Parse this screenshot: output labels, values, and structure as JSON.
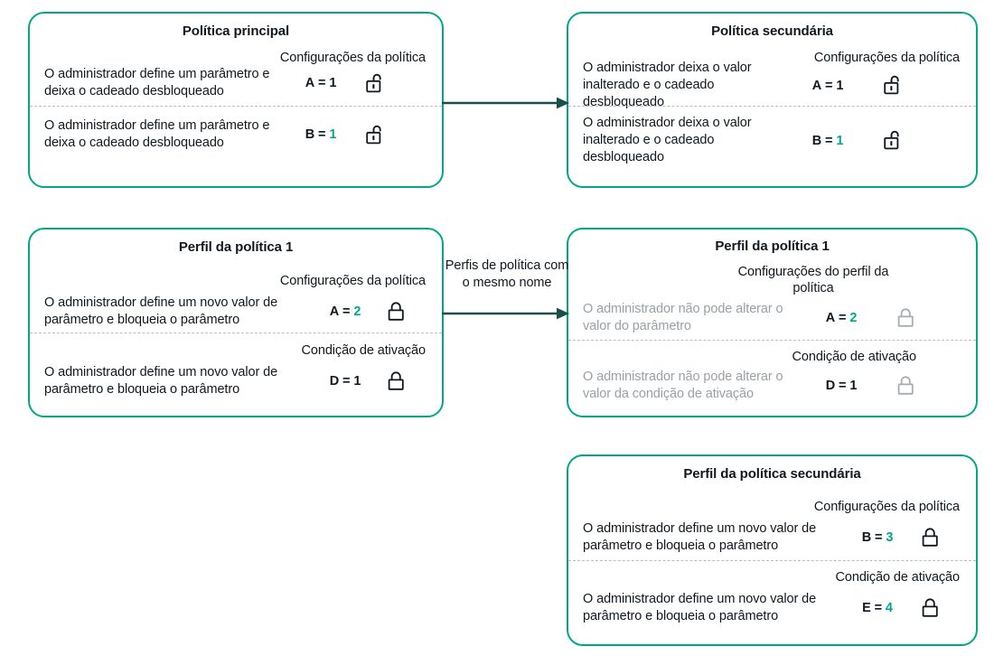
{
  "diagram": {
    "title_semantics": "Política principal e política secundária com perfis de política",
    "accent_color": "#00a887",
    "arrow_color": "#1b4f4a",
    "muted_text_color": "#9aa0a6",
    "text_color": "#101820",
    "divider_color": "#b9bfc4"
  },
  "cards": {
    "primary_policy": {
      "title": "Política principal",
      "sections": [
        {
          "header": "Configurações da política",
          "description": "O administrador define um parâmetro e deixa o cadeado desbloqueado",
          "value_key": "A",
          "value_sep": "=",
          "value_num": "1",
          "value_num_accent": false,
          "lock": "lock-open-icon"
        },
        {
          "header": "",
          "description": "O administrador define um parâmetro e deixa o cadeado desbloqueado",
          "value_key": "B",
          "value_sep": "=",
          "value_num": "1",
          "value_num_accent": true,
          "lock": "lock-open-icon"
        }
      ]
    },
    "secondary_policy": {
      "title": "Política secundária",
      "sections": [
        {
          "header": "Configurações da política",
          "description": "O administrador deixa o valor inalterado e o cadeado desbloqueado",
          "value_key": "A",
          "value_sep": "=",
          "value_num": "1",
          "value_num_accent": false,
          "lock": "lock-open-icon"
        },
        {
          "header": "",
          "description": "O administrador deixa o valor inalterado e o cadeado desbloqueado",
          "value_key": "B",
          "value_sep": "=",
          "value_num": "1",
          "value_num_accent": true,
          "lock": "lock-open-icon"
        }
      ]
    },
    "policy_profile_1_left": {
      "title": "Perfil da política 1",
      "sections": [
        {
          "header": "Configurações da política",
          "description": "O administrador define um novo valor de parâmetro e bloqueia o parâmetro",
          "value_key": "A",
          "value_sep": "=",
          "value_num": "2",
          "value_num_accent": true,
          "lock": "lock-closed-icon"
        },
        {
          "header": "Condição de ativação",
          "description": "O administrador define um novo valor de parâmetro e bloqueia o parâmetro",
          "value_key": "D",
          "value_sep": "=",
          "value_num": "1",
          "value_num_accent": false,
          "lock": "lock-closed-icon"
        }
      ]
    },
    "policy_profile_1_right": {
      "title": "Perfil da política 1",
      "sections": [
        {
          "header": "Configurações do perfil da política",
          "description": "O administrador não pode alterar o valor do parâmetro",
          "value_key": "A",
          "value_sep": "=",
          "value_num": "2",
          "value_num_accent": true,
          "lock": "lock-closed-icon",
          "muted": true
        },
        {
          "header": "Condição de ativação",
          "description": "O administrador não pode alterar o valor da condição de ativação",
          "value_key": "D",
          "value_sep": "=",
          "value_num": "1",
          "value_num_accent": false,
          "lock": "lock-closed-icon",
          "muted": true
        }
      ]
    },
    "secondary_policy_profile": {
      "title": "Perfil da política secundária",
      "sections": [
        {
          "header": "Configurações da política",
          "description": "O administrador define um novo valor de parâmetro e bloqueia o parâmetro",
          "value_key": "B",
          "value_sep": "=",
          "value_num": "3",
          "value_num_accent": true,
          "lock": "lock-closed-icon"
        },
        {
          "header": "Condição de ativação",
          "description": "O administrador define um novo valor de parâmetro e bloqueia o parâmetro",
          "value_key": "E",
          "value_sep": "=",
          "value_num": "4",
          "value_num_accent": true,
          "lock": "lock-closed-icon"
        }
      ]
    }
  },
  "arrows": {
    "top": {
      "label": ""
    },
    "middle": {
      "label": "Perfis de política com o mesmo nome"
    }
  }
}
